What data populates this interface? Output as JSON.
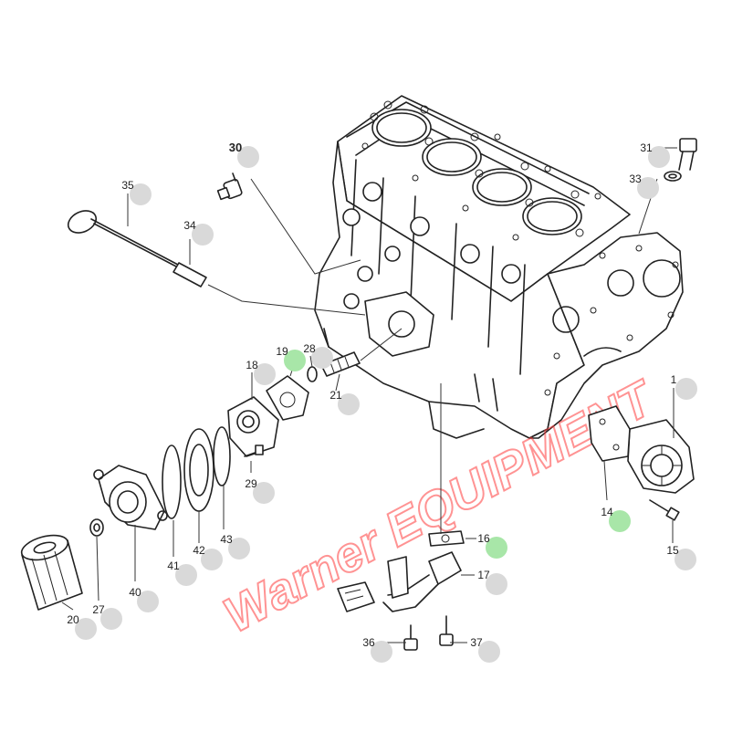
{
  "watermark": "Warner EQUIPMENT",
  "callouts": [
    {
      "num": "30",
      "bold": true
    },
    {
      "num": "35"
    },
    {
      "num": "34"
    },
    {
      "num": "31"
    },
    {
      "num": "33"
    },
    {
      "num": "19",
      "highlight": true
    },
    {
      "num": "28"
    },
    {
      "num": "18"
    },
    {
      "num": "21"
    },
    {
      "num": "1"
    },
    {
      "num": "29"
    },
    {
      "num": "14",
      "highlight": true
    },
    {
      "num": "15"
    },
    {
      "num": "41"
    },
    {
      "num": "42"
    },
    {
      "num": "43"
    },
    {
      "num": "40"
    },
    {
      "num": "27"
    },
    {
      "num": "20"
    },
    {
      "num": "16",
      "highlight": true
    },
    {
      "num": "17"
    },
    {
      "num": "36"
    },
    {
      "num": "37"
    }
  ]
}
